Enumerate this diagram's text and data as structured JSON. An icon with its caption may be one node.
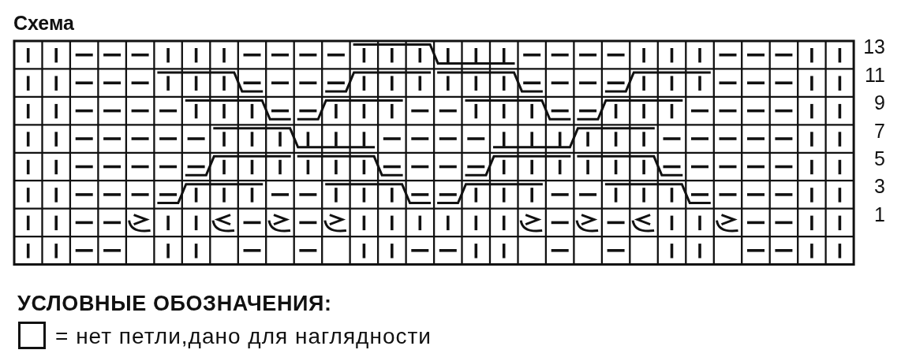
{
  "diagram": {
    "title": "Схема",
    "labels": [
      "13",
      "11",
      "9",
      "7",
      "5",
      "3",
      "1",
      "УСЛОВНЫЕ ОБОЗНАЧЕНИЯ:"
    ],
    "legend": [
      {
        "text": "= нет петли,дано для наглядности"
      }
    ]
  }
}
